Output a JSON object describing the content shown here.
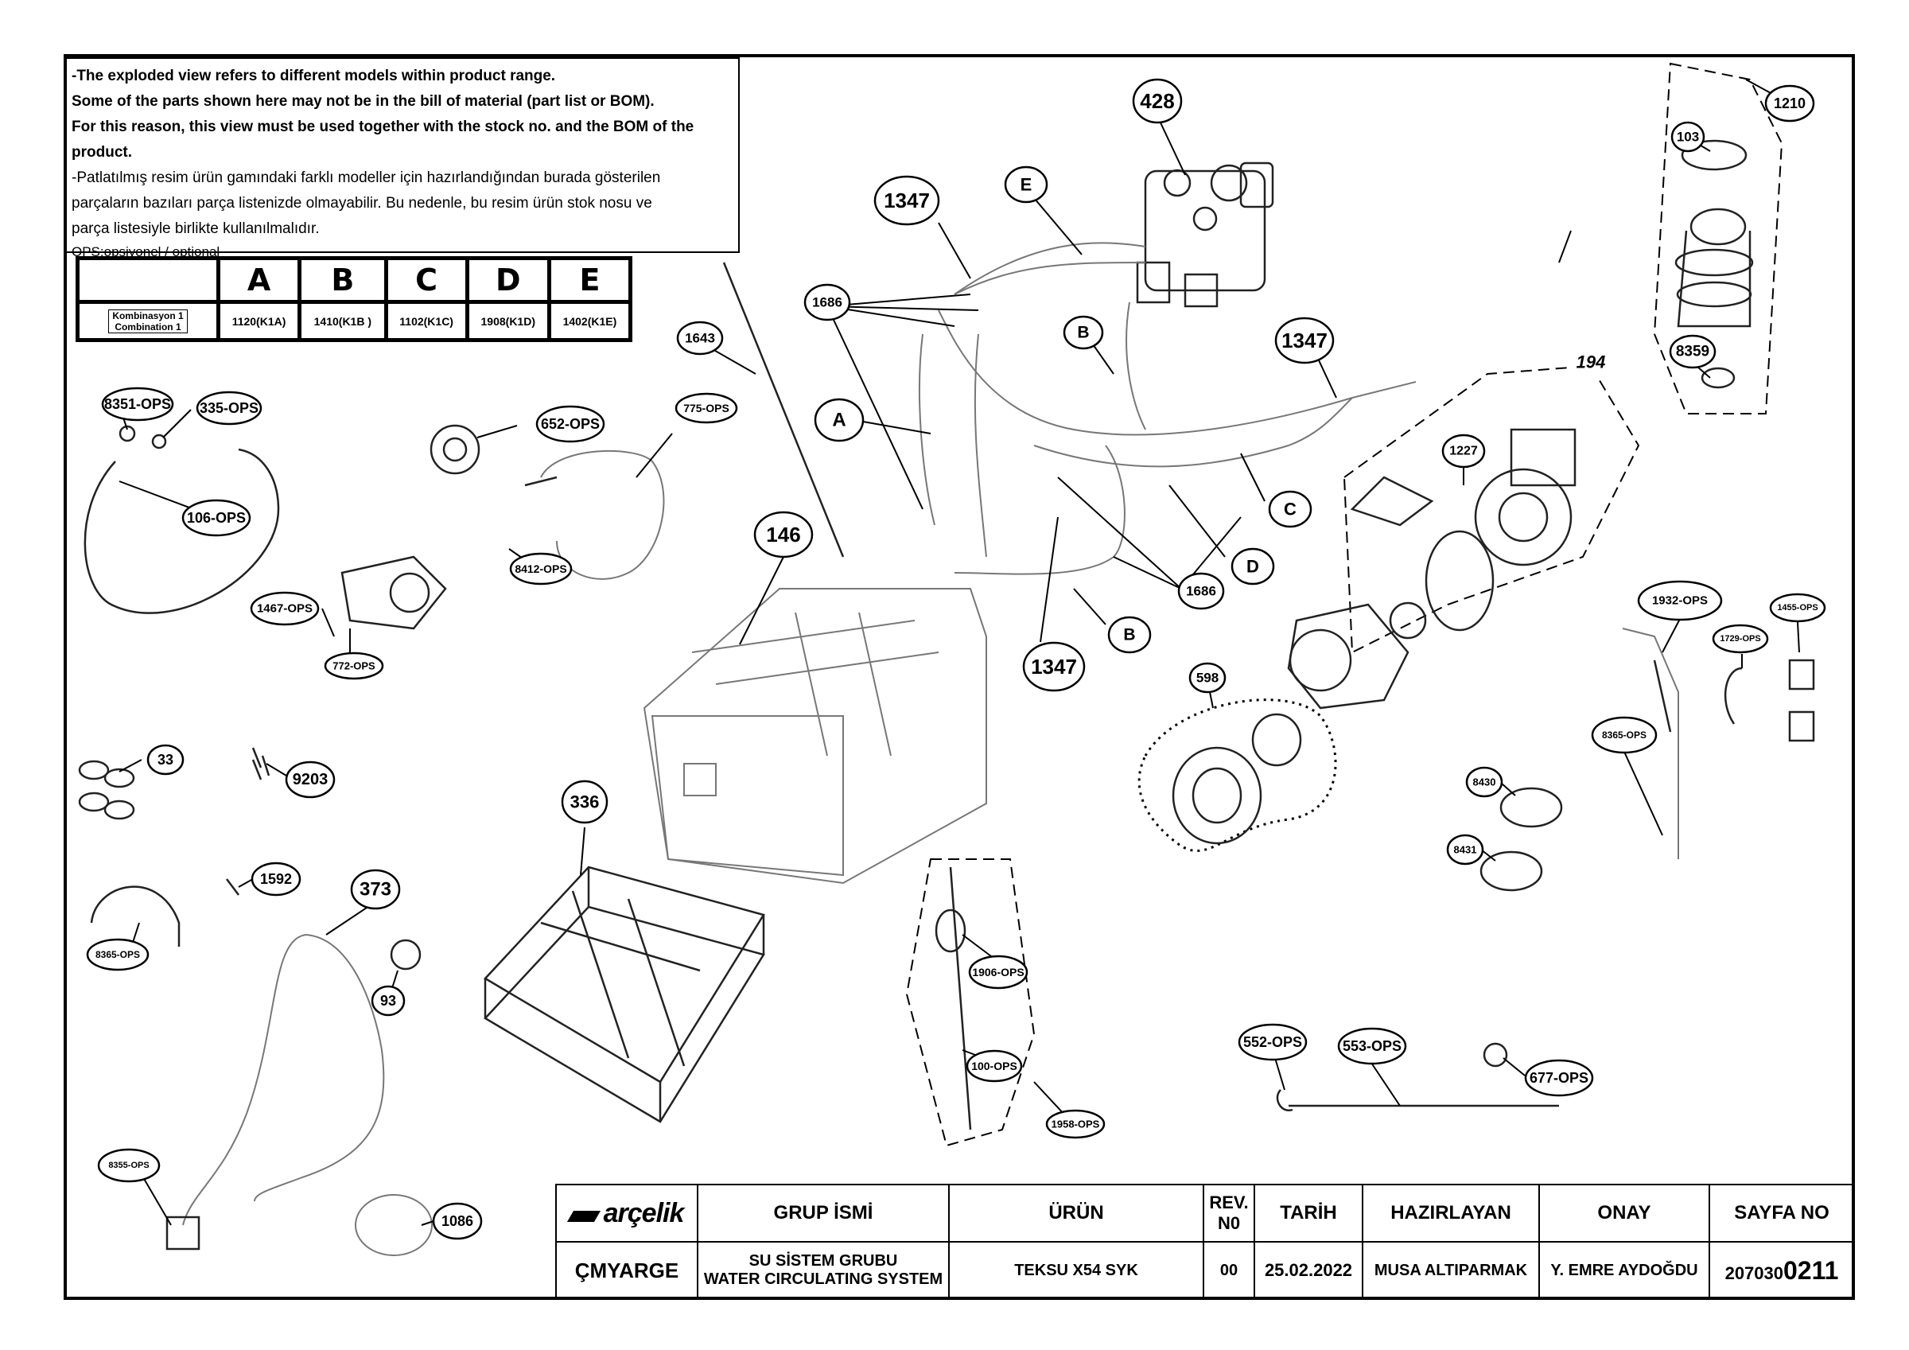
{
  "notes": {
    "line1": "-The exploded view refers to different models within product range.",
    "line2": "Some of the parts shown here may not be in the bill of material (part list or BOM).",
    "line3": "For this reason, this view must be used together with the stock no. and the BOM of the product.",
    "line4": "-Patlatılmış resim ürün gamındaki farklı modeller için hazırlandığından burada gösterilen",
    "line5": "parçaların bazıları parça listenizde olmayabilir. Bu nedenle, bu resim ürün stok nosu ve",
    "line6": "parça listesiyle birlikte kullanılmalıdır.",
    "line7": "OPS:opsiyonel / optional"
  },
  "combination_table": {
    "row_label_1": "Kombinasyon 1",
    "row_label_2": "Combination 1",
    "columns": [
      {
        "letter": "A",
        "code": "1120(K1A)"
      },
      {
        "letter": "B",
        "code": "1410(K1B )"
      },
      {
        "letter": "C",
        "code": "1102(K1C)"
      },
      {
        "letter": "D",
        "code": "1908(K1D)"
      },
      {
        "letter": "E",
        "code": "1402(K1E)"
      }
    ]
  },
  "callouts": {
    "c428": "428",
    "c1210": "1210",
    "c103": "103",
    "c8359": "8359",
    "c1347a": "1347",
    "c1347b": "1347",
    "c1347c": "1347",
    "cE": "E",
    "cB1": "B",
    "cB2": "B",
    "cA": "A",
    "cC": "C",
    "cD": "D",
    "c1686a": "1686",
    "c1686b": "1686",
    "c1643": "1643",
    "c8351": "8351-OPS",
    "c335": "335-OPS",
    "c106": "106-OPS",
    "c652": "652-OPS",
    "c775": "775-OPS",
    "c8412": "8412-OPS",
    "c1467": "1467-OPS",
    "c772": "772-OPS",
    "c146": "146",
    "c194": "194",
    "c1227": "1227",
    "c598": "598",
    "c1932": "1932-OPS",
    "c1455": "1455-OPS",
    "c1729": "1729-OPS",
    "c8365r": "8365-OPS",
    "c8430": "8430",
    "c8431": "8431",
    "c33": "33",
    "c9203": "9203",
    "c336": "336",
    "c1592": "1592",
    "c373": "373",
    "c93": "93",
    "c8365l": "8365-OPS",
    "c8355": "8355-OPS",
    "c1086": "1086",
    "c1906": "1906-OPS",
    "c100": "100-OPS",
    "c1958": "1958-OPS",
    "c552": "552-OPS",
    "c553": "553-OPS",
    "c677": "677-OPS"
  },
  "title_block": {
    "brand": "arçelik",
    "group_header": "GRUP İSMİ",
    "product_header": "ÜRÜN",
    "rev_header": "REV. N0",
    "date_header": "TARİH",
    "prepared_header": "HAZIRLAYAN",
    "approved_header": "ONAY",
    "page_header": "SAYFA NO",
    "category": "ÇMYARGE",
    "group_tr": "SU SİSTEM GRUBU",
    "group_en": "WATER CIRCULATING SYSTEM",
    "product": "TEKSU X54 SYK",
    "rev": "00",
    "date": "25.02.2022",
    "prepared_by": "MUSA ALTIPARMAK",
    "approved_by": "Y. EMRE AYDOĞDU",
    "page_prefix": "207030",
    "page_suffix": "0211"
  }
}
